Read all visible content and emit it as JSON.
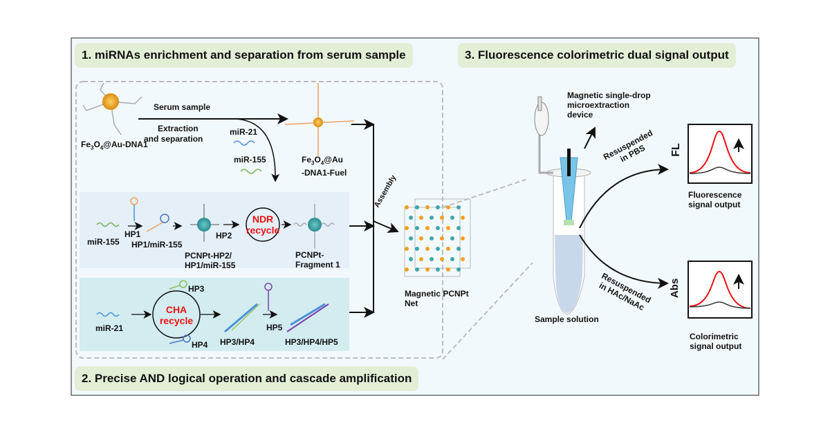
{
  "sections": {
    "step1": "1. miRNAs enrichment and separation from serum sample",
    "step2": "2. Precise AND logical operation and cascade amplification",
    "step3": "3. Fluorescence colorimetric dual signal output"
  },
  "labels": {
    "fe3o4_dna1_pre": "Fe",
    "fe3o4_dna1_mid": "O",
    "fe3o4_dna1_post": "@Au-DNA1",
    "fuel_line1_pre": "Fe",
    "fuel_line1_mid": "O",
    "fuel_line1_post": "@Au",
    "fuel_line2": "-DNA1-Fuel",
    "serum_sample": "Serum sample",
    "extraction_1": "Extraction",
    "extraction_2": "and  separation",
    "mir21_top": "miR-21",
    "mir155_top": "miR-155",
    "mir155": "miR-155",
    "hp1": "HP1",
    "hp1_mir155": "HP1/miR-155",
    "hp2": "HP2",
    "pcnpt_hp2_1": "PCNPt-HP2/",
    "pcnpt_hp2_2": "HP1/miR-155",
    "ndr_1": "NDR",
    "ndr_2": "recycle",
    "fragment_1": "PCNPt-",
    "fragment_2": "Fragment 1",
    "mir21": "miR-21",
    "cha_1": "CHA",
    "cha_2": "recycle",
    "hp3": "HP3",
    "hp4": "HP4",
    "hp3_hp4": "HP3/HP4",
    "hp5": "HP5",
    "hp3_hp4_hp5": "HP3/HP4/HP5",
    "assembly": "Assembly",
    "net_1": "Magnetic PCNPt",
    "net_2": "Net",
    "device_1": "Magnetic single-drop",
    "device_2": "microextraction",
    "device_3": "device",
    "sample_solution": "Sample solution",
    "pbs_1": "Resuspended",
    "pbs_2": "in PBS",
    "hac_1": "Resuspended",
    "hac_2": "in HAc/NaAc",
    "fl_axis": "FL",
    "abs_axis": "Abs",
    "fl_out_1": "Fluorescence",
    "fl_out_2": "signal output",
    "col_out_1": "Colorimetric",
    "col_out_2": "signal output",
    "sub3": "3",
    "sub4": "4"
  },
  "colors": {
    "highlight_red": "#ee1111",
    "title_bg": "#e2eed6",
    "panel_bg": "#f2f9fc",
    "ndr_panel": "#e4eff8",
    "cha_panel": "#d2ecf0",
    "gold_particle": "#f0a020",
    "teal_particle": "#3fa6a8"
  }
}
